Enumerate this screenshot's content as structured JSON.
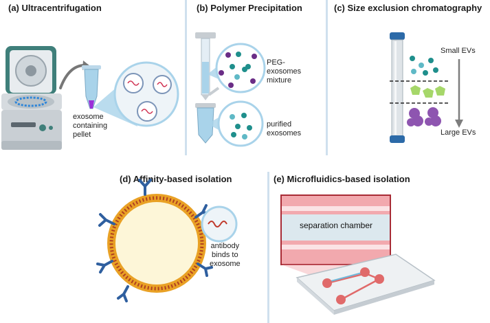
{
  "panels": {
    "a": {
      "title": "(a)  Ultracentrifugation",
      "caption": [
        "exosome",
        "containing",
        "pellet"
      ]
    },
    "b": {
      "title": "(b)  Polymer Precipitation",
      "label_top": [
        "PEG-",
        "exosomes",
        "mixture"
      ],
      "label_bottom": [
        "purified",
        "exosomes"
      ]
    },
    "c": {
      "title": "(c) Size exclusion chromatography",
      "label_small": "Small EVs",
      "label_large": "Large EVs"
    },
    "d": {
      "title": "(d) Affinity-based isolation",
      "caption": [
        "antibody",
        "binds to",
        "exosome"
      ]
    },
    "e": {
      "title": "(e) Microfluidics-based isolation",
      "chamber_label": "separation chamber"
    }
  },
  "colors": {
    "centrifuge_teal": "#3f7f7a",
    "tube_blue": "#a9d3ea",
    "pellet_purple": "#9b2fd8",
    "particle_teal": "#1f8f8c",
    "particle_purple": "#6a2d86",
    "pentagon_green": "#a6d76a",
    "large_ev_purple": "#8e55b0",
    "lipid_orange": "#e8a21e",
    "lipid_red": "#b04020",
    "antibody_blue": "#2f5f9f",
    "chamber_pink": "#f2a9ae",
    "chip_red": "#e06a6a"
  }
}
